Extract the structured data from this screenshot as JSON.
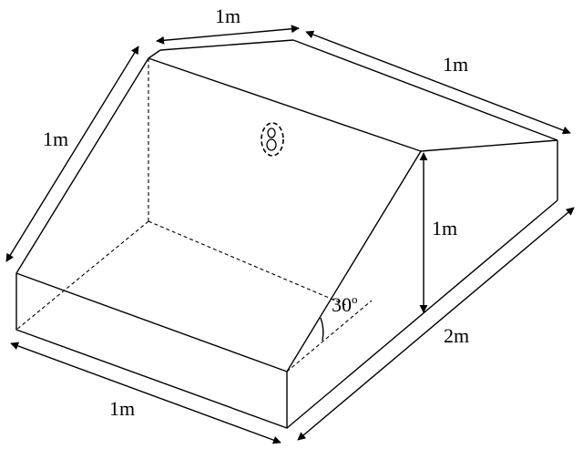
{
  "labels": {
    "top_short": "1m",
    "top_long": "1m",
    "left_slant": "1m",
    "front_width": "1m",
    "height": "1m",
    "bottom_length": "2m",
    "angle": "30",
    "angle_unit": "o"
  }
}
